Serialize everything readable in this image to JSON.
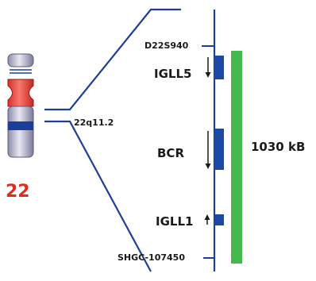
{
  "chromosome": {
    "number": "22",
    "band": "22q11.2"
  },
  "markers": {
    "top": "D22S940",
    "bottom": "SHGC-107450"
  },
  "genes": [
    {
      "name": "IGLL5",
      "direction": "down"
    },
    {
      "name": "BCR",
      "direction": "down"
    },
    {
      "name": "IGLL1",
      "direction": "up"
    }
  ],
  "region": {
    "size_label": "1030 kB"
  },
  "colors": {
    "line": "#1e3f93",
    "gene_block": "#1a4aa3",
    "region_bar": "#44b94b",
    "chromosome_number": "#e02b1e",
    "centromere": "#e8443b",
    "band_dark": "#1a3f9a"
  }
}
